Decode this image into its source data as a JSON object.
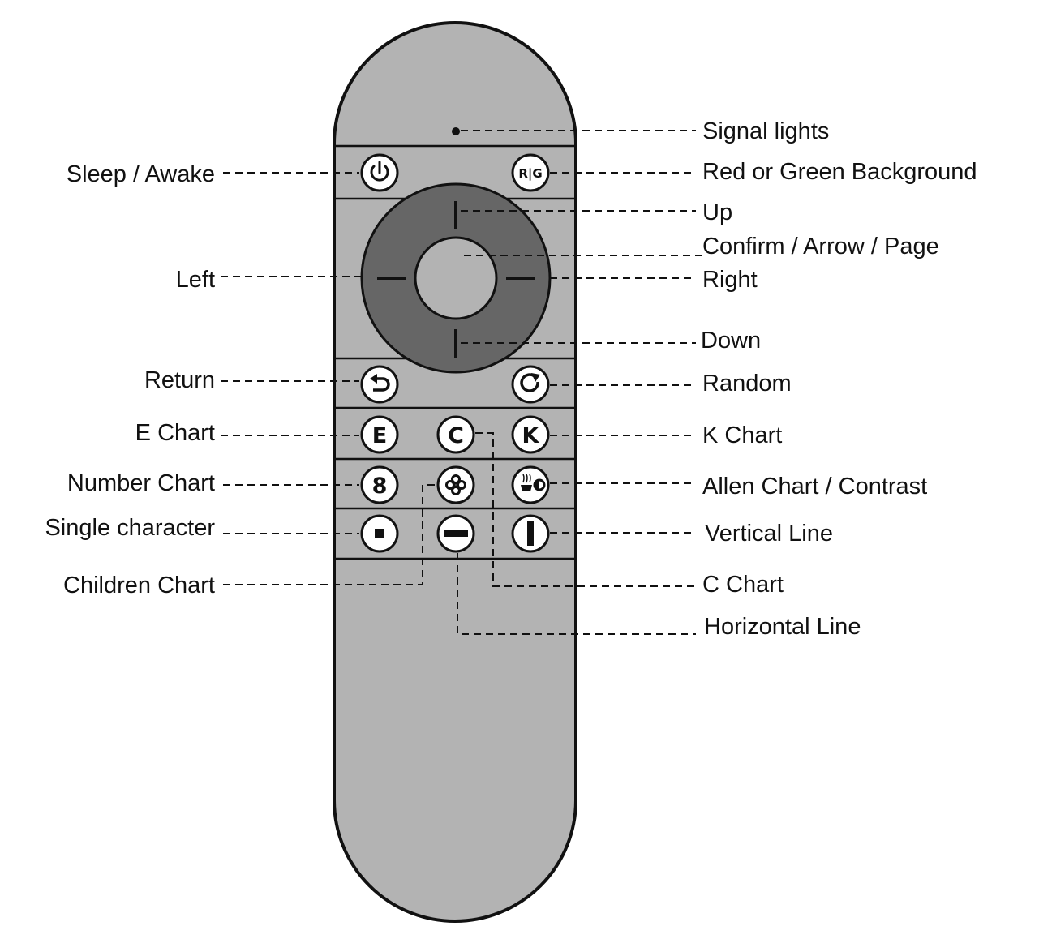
{
  "labels": {
    "signal_lights": "Signal lights",
    "sleep_awake": "Sleep / Awake",
    "red_green": "Red or Green Background",
    "up": "Up",
    "confirm": "Confirm / Arrow / Page",
    "left": "Left",
    "right": "Right",
    "down": "Down",
    "return": "Return",
    "random": "Random",
    "e_chart": "E Chart",
    "k_chart": "K Chart",
    "number_chart": "Number Chart",
    "allen_contrast": "Allen Chart / Contrast",
    "single_character": "Single character",
    "vertical_line": "Vertical Line",
    "children_chart": "Children Chart",
    "c_chart": "C Chart",
    "horizontal_line": "Horizontal Line"
  },
  "buttons": {
    "rg": "R|G",
    "e": "E",
    "c": "C",
    "k": "K",
    "eight": "8"
  },
  "colors": {
    "body": "#b3b3b3",
    "dpad_ring": "#666666",
    "center": "#b3b3b3",
    "outline": "#111111",
    "button": "#ffffff"
  }
}
